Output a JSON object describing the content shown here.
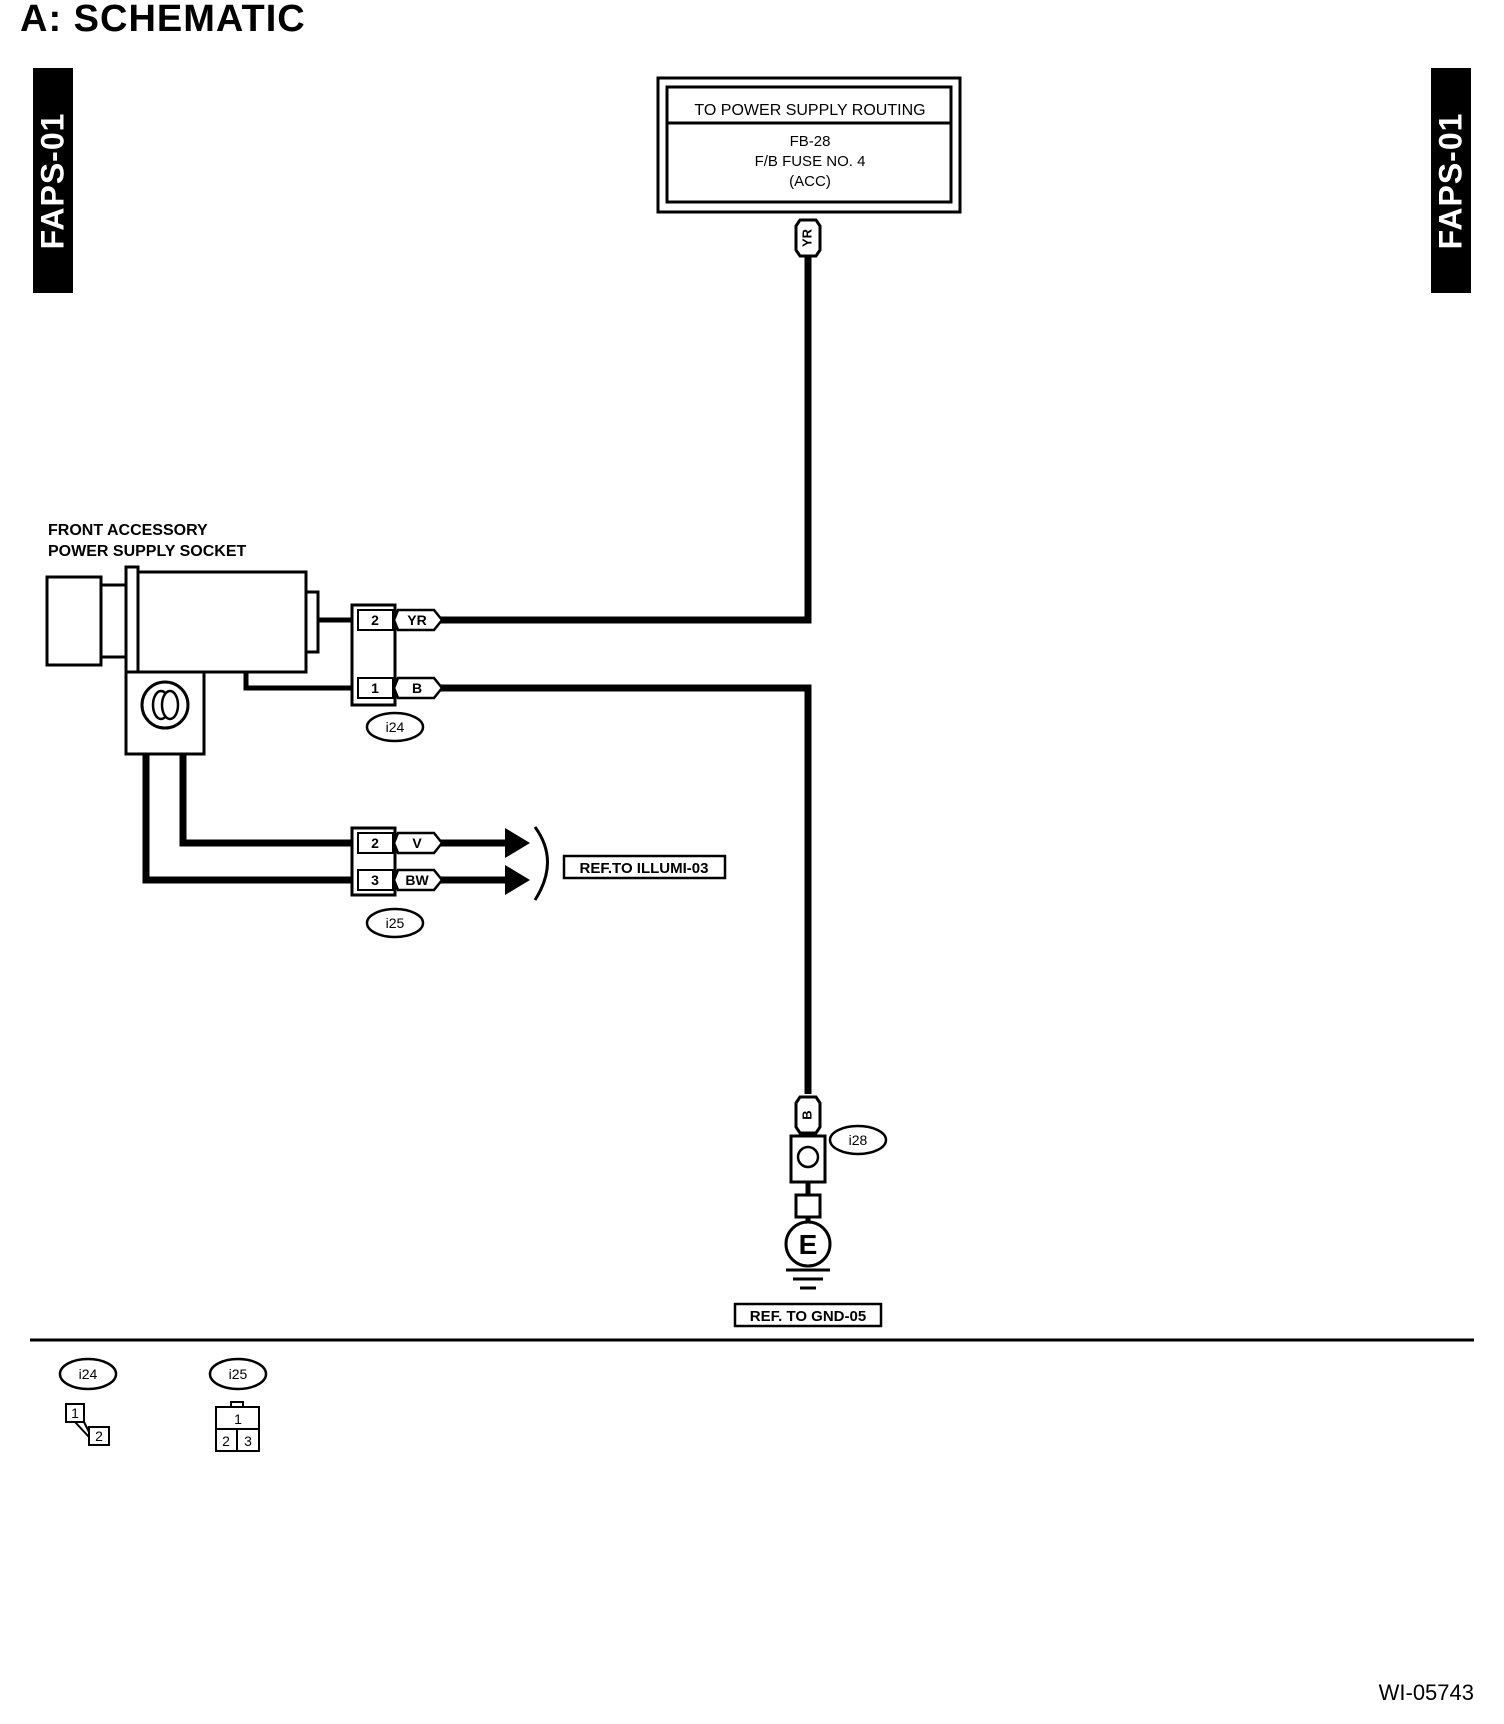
{
  "section_title": "A:  SCHEMATIC",
  "side_tab_left": "FAPS-01",
  "side_tab_right": "FAPS-01",
  "power_box": {
    "header": "TO POWER SUPPLY ROUTING",
    "line1": "FB-28",
    "line2": "F/B FUSE NO. 4",
    "line3": "(ACC)"
  },
  "component": {
    "line1": "FRONT ACCESSORY",
    "line2": "POWER SUPPLY SOCKET"
  },
  "connector_i24": {
    "id": "i24",
    "pins": [
      {
        "pin": "2",
        "wire": "YR"
      },
      {
        "pin": "1",
        "wire": "B"
      }
    ]
  },
  "connector_i25": {
    "id": "i25",
    "pins": [
      {
        "pin": "2",
        "wire": "V"
      },
      {
        "pin": "3",
        "wire": "BW"
      }
    ]
  },
  "wire_top_label": "YR",
  "wire_bottom_label": "B",
  "connector_i28": "i28",
  "ground_symbol": "E",
  "ref_illumi": "REF.TO ILLUMI-03",
  "ref_gnd": "REF. TO GND-05",
  "legend": {
    "i24": {
      "id": "i24",
      "pins": [
        "1",
        "2"
      ]
    },
    "i25": {
      "id": "i25",
      "pins": [
        "1",
        "2",
        "3"
      ]
    }
  },
  "doc_id": "WI-05743"
}
